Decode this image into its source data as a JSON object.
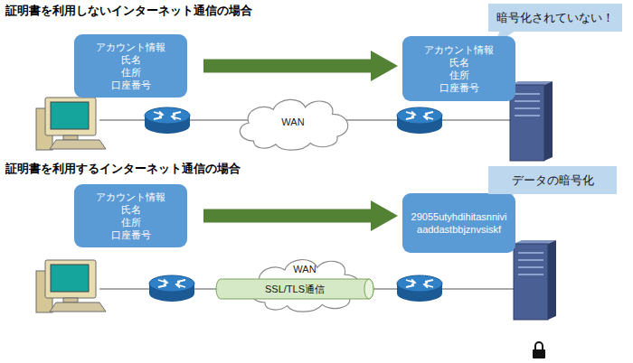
{
  "diagram": {
    "nodes": [
      {
        "text": [
          "アカウント情報",
          "氏名",
          "住所",
          "口座番号"
        ]
      },
      {
        "text": [
          "アカウント情報",
          "氏名",
          "住所",
          "口座番号"
        ]
      },
      {
        "text": [
          "暗号化されていない！"
        ]
      },
      {
        "text": [
          "WAN"
        ]
      },
      {
        "text": [
          "アカウント情報",
          "氏名",
          "住所",
          "口座番号"
        ]
      },
      {
        "text": [
          "29055utyhdihitasnnivi aaddastbbjznvsiskf"
        ]
      },
      {
        "text": [
          "データの暗号化"
        ]
      },
      {
        "text": [
          "WAN"
        ]
      },
      {
        "text": [
          "SSL/TLS通信"
        ]
      }
    ],
    "edges": [
      {
        "from": 0,
        "to": 1,
        "arrow": "to"
      },
      {
        "from": 4,
        "to": 5,
        "arrow": "to"
      }
    ],
    "labels": [
      "証明書を利用しないインターネット通信の場合",
      "証明書を利用するインターネット通信の場合"
    ]
  }
}
